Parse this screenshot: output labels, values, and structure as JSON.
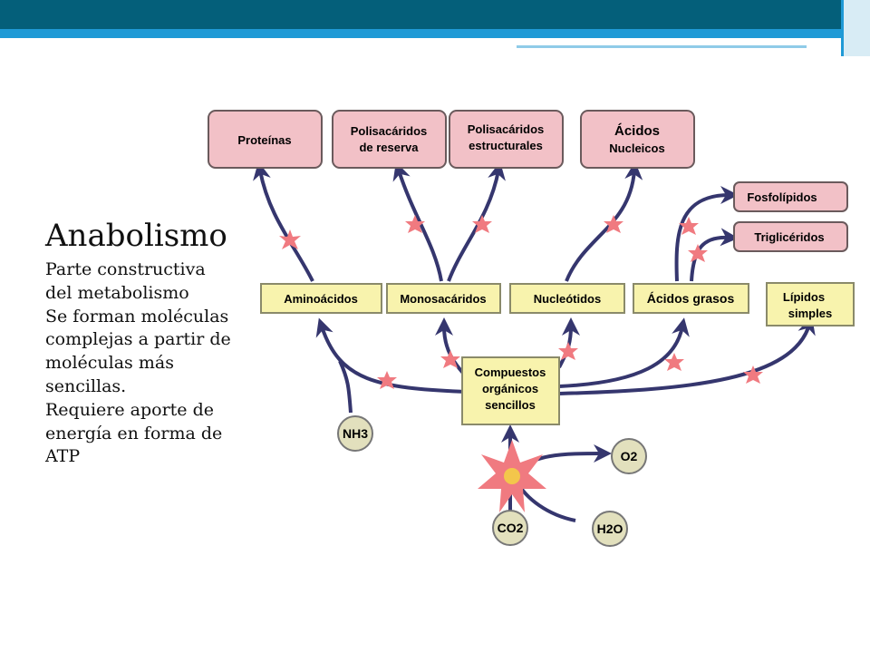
{
  "colors": {
    "header_band": "#045f7a",
    "header_strip": "#1f9ad6",
    "header_strip_light": "#8fcbe8",
    "product_fill": "#f2c1c7",
    "product_stroke": "#6a5a5c",
    "monomer_fill": "#f8f3ad",
    "monomer_stroke": "#8a8a6a",
    "arrow": "#35366e",
    "star": "#f07a80",
    "star_core": "#f3c64b",
    "circle_fill": "#e2e0bd",
    "circle_stroke": "#777777",
    "text": "#111111"
  },
  "slide": {
    "title": "Anabolismo",
    "lines": [
      "Parte constructiva",
      "del metabolismo",
      "Se forman moléculas",
      "complejas a partir de",
      "moléculas más",
      "sencillas.",
      "Requiere aporte de",
      "energía en forma de",
      "ATP"
    ]
  },
  "diagram": {
    "products": [
      [
        "Proteínas"
      ],
      [
        "Polisacáridos",
        "de reserva"
      ],
      [
        "Polisacáridos",
        "estructurales"
      ],
      [
        "Ácidos",
        "Nucleicos"
      ],
      [
        "Fosfolípidos"
      ],
      [
        "Triglicéridos"
      ]
    ],
    "monomers": [
      [
        "Aminoácidos"
      ],
      [
        "Monosacáridos"
      ],
      [
        "Nucleótidos"
      ],
      [
        "Ácidos grasos"
      ],
      [
        "Lípidos",
        "simples"
      ]
    ],
    "center": [
      "Compuestos",
      "orgánicos",
      "sencillos"
    ],
    "molecules": {
      "nh3": "NH3",
      "co2": "CO2",
      "o2": "O2",
      "h2o": "H2O"
    }
  }
}
